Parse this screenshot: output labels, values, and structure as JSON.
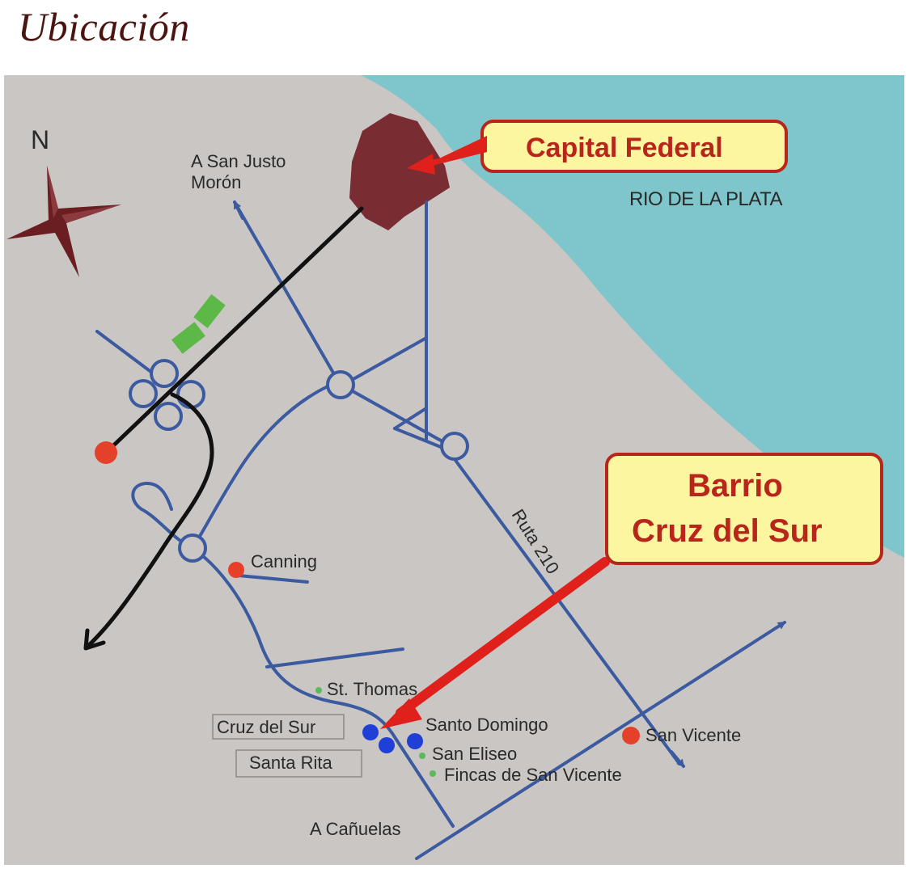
{
  "title": "Ubicación",
  "north_label": "N",
  "colors": {
    "land": "#c9c6c4",
    "water": "#7ec6cc",
    "road": "#3b5aa0",
    "highway": "#111111",
    "capital": "#7a2c33",
    "callout_fill": "#fdf6a0",
    "callout_border": "#b8251a",
    "arrow": "#e0201b",
    "town_dot": "#e4402a",
    "neighborhood_dot": "#1f3fd6",
    "small_dot": "#5cb85c",
    "green_block": "#5cb847",
    "compass": "#6b1e22"
  },
  "callouts": {
    "capital": "Capital Federal",
    "barrio_line1": "Barrio",
    "barrio_line2": "Cruz del Sur"
  },
  "labels": {
    "rio": "RIO DE LA PLATA",
    "san_justo": "A San Justo",
    "moron": "Morón",
    "ruta": "Ruta 210",
    "canning": "Canning",
    "st_thomas": "St. Thomas",
    "santo_domingo": "Santo Domingo",
    "san_vicente": "San Vicente",
    "san_eliseo": "San Eliseo",
    "fincas": "Fincas de San Vicente",
    "canuelas": "A Cañuelas",
    "cruz_del_sur": "Cruz del Sur",
    "santa_rita": "Santa Rita"
  },
  "icons": [
    "compass-star-icon"
  ]
}
